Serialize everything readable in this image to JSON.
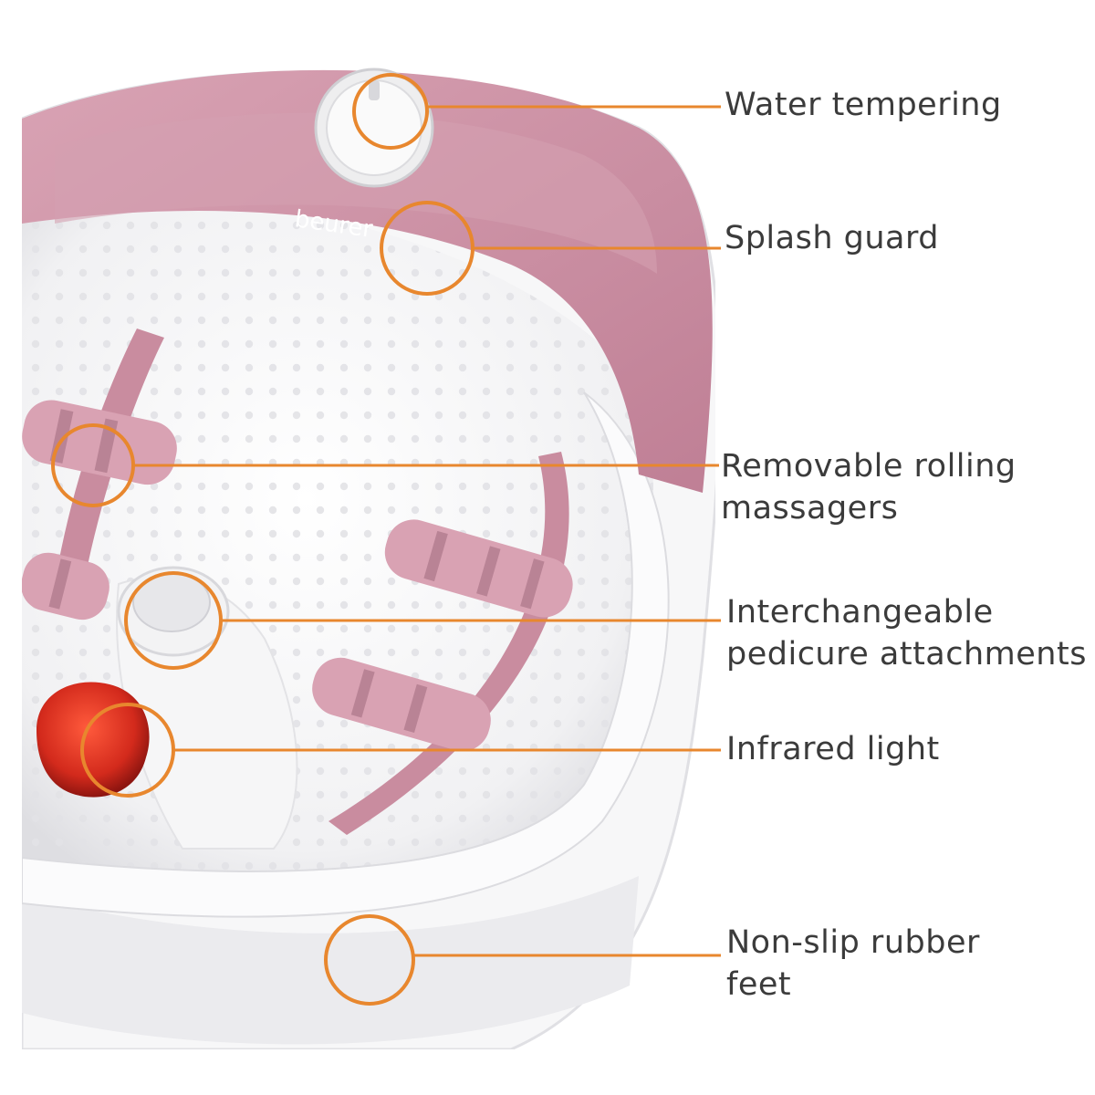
{
  "brand": "beurer",
  "colors": {
    "accent_orange": "#e8872e",
    "shell_pink": "#c98c9f",
    "roller_pink": "#d9a2b3",
    "basin_white": "#f4f4f5",
    "infrared_red": "#d32a1c",
    "label_text": "#3b3b3b"
  },
  "icons": {
    "callout": "circle-outline-icon"
  },
  "callouts": [
    {
      "id": "water-tempering",
      "lines": [
        "Water tempering"
      ]
    },
    {
      "id": "splash-guard",
      "lines": [
        "Splash guard"
      ]
    },
    {
      "id": "rolling-massagers",
      "lines": [
        "Removable rolling",
        "massagers"
      ]
    },
    {
      "id": "pedicure-attachments",
      "lines": [
        "Interchangeable",
        "pedicure attachments"
      ]
    },
    {
      "id": "infrared-light",
      "lines": [
        "Infrared light"
      ]
    },
    {
      "id": "rubber-feet",
      "lines": [
        "Non-slip rubber",
        "feet"
      ]
    }
  ]
}
